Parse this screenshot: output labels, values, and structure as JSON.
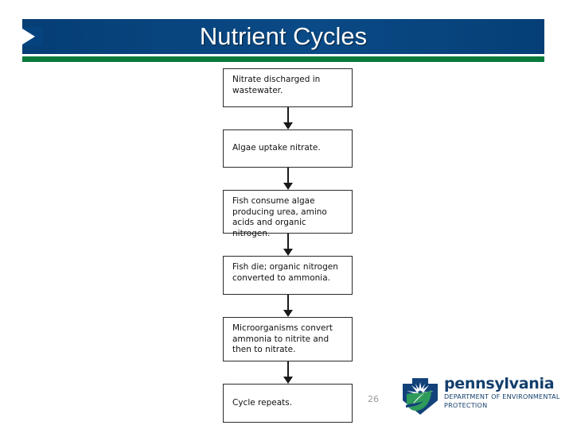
{
  "slide": {
    "title": "Nutrient Cycles",
    "page_number": "26",
    "colors": {
      "banner_blue": "#05437f",
      "banner_green": "#0a7a3c",
      "logo_blue": "#123f6d",
      "logo_green": "#2f9b5a",
      "box_border": "#2b2b2b"
    }
  },
  "flowchart": {
    "type": "flowchart",
    "direction": "top-to-bottom",
    "steps": [
      {
        "id": "step-1",
        "lines": [
          "Nitrate discharged in",
          "wastewater."
        ]
      },
      {
        "id": "step-2",
        "lines": [
          "Algae uptake nitrate."
        ]
      },
      {
        "id": "step-3",
        "lines": [
          "Fish consume algae",
          "producing urea, amino",
          "acids and organic nitrogen."
        ]
      },
      {
        "id": "step-4",
        "lines": [
          "Fish die; organic nitrogen",
          "converted to ammonia."
        ]
      },
      {
        "id": "step-5",
        "lines": [
          "Microorganisms convert",
          "ammonia to nitrite and",
          "then to nitrate."
        ]
      },
      {
        "id": "step-6",
        "lines": [
          "Cycle repeats."
        ]
      }
    ],
    "connector": "down-arrow"
  },
  "logo": {
    "wordmark": "pennsylvania",
    "subline1": "DEPARTMENT OF ENVIRONMENTAL",
    "subline2": "PROTECTION",
    "icon": "pennsylvania-keystone-leaf-icon"
  }
}
